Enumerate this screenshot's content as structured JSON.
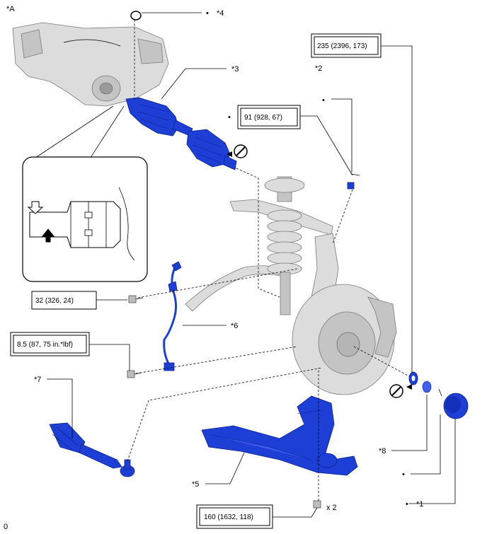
{
  "figure_label": "*A",
  "footer_mark": "0",
  "callouts": {
    "c1": "*1",
    "c2": "*2",
    "c3": "*3",
    "c4": "*4",
    "c5": "*5",
    "c6": "*6",
    "c7": "*7",
    "c8": "*8"
  },
  "torques": {
    "t_235": "235 (2396, 173)",
    "t_91": "91 (928, 67)",
    "t_32": "32 (326, 24)",
    "t_8_5": "8.5 (87, 75 in.*lbf)",
    "t_160": "160 (1632, 118)"
  },
  "quantity_mark": "x 2",
  "bullet": "•",
  "colors": {
    "part_highlight": "#1e3fd6",
    "part_background": "#dcdcdc",
    "line": "#000000"
  },
  "icons": [
    "no-reuse-icon",
    "reference-arrow-icon"
  ]
}
